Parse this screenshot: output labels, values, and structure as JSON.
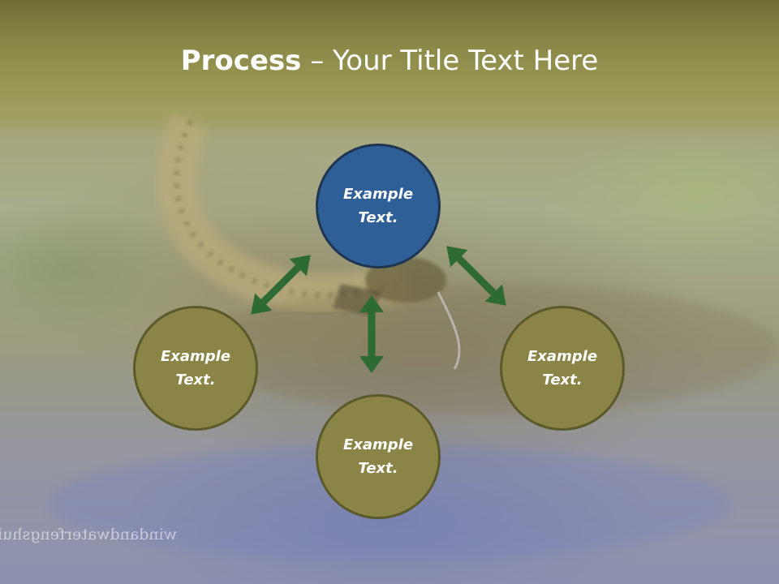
{
  "slide": {
    "title_bold": "Process",
    "title_rest": " – Your Title Text Here",
    "watermark": "windandwaterfengshui.c"
  },
  "nodes": {
    "top": "Example Text.",
    "left": "Example Text.",
    "right": "Example Text.",
    "bottom": "Example Text."
  },
  "colors": {
    "top_node": "#2e5f97",
    "outer_nodes": "#8a8447",
    "arrows": "#2d6a34",
    "title_band": "#8c8a48"
  }
}
